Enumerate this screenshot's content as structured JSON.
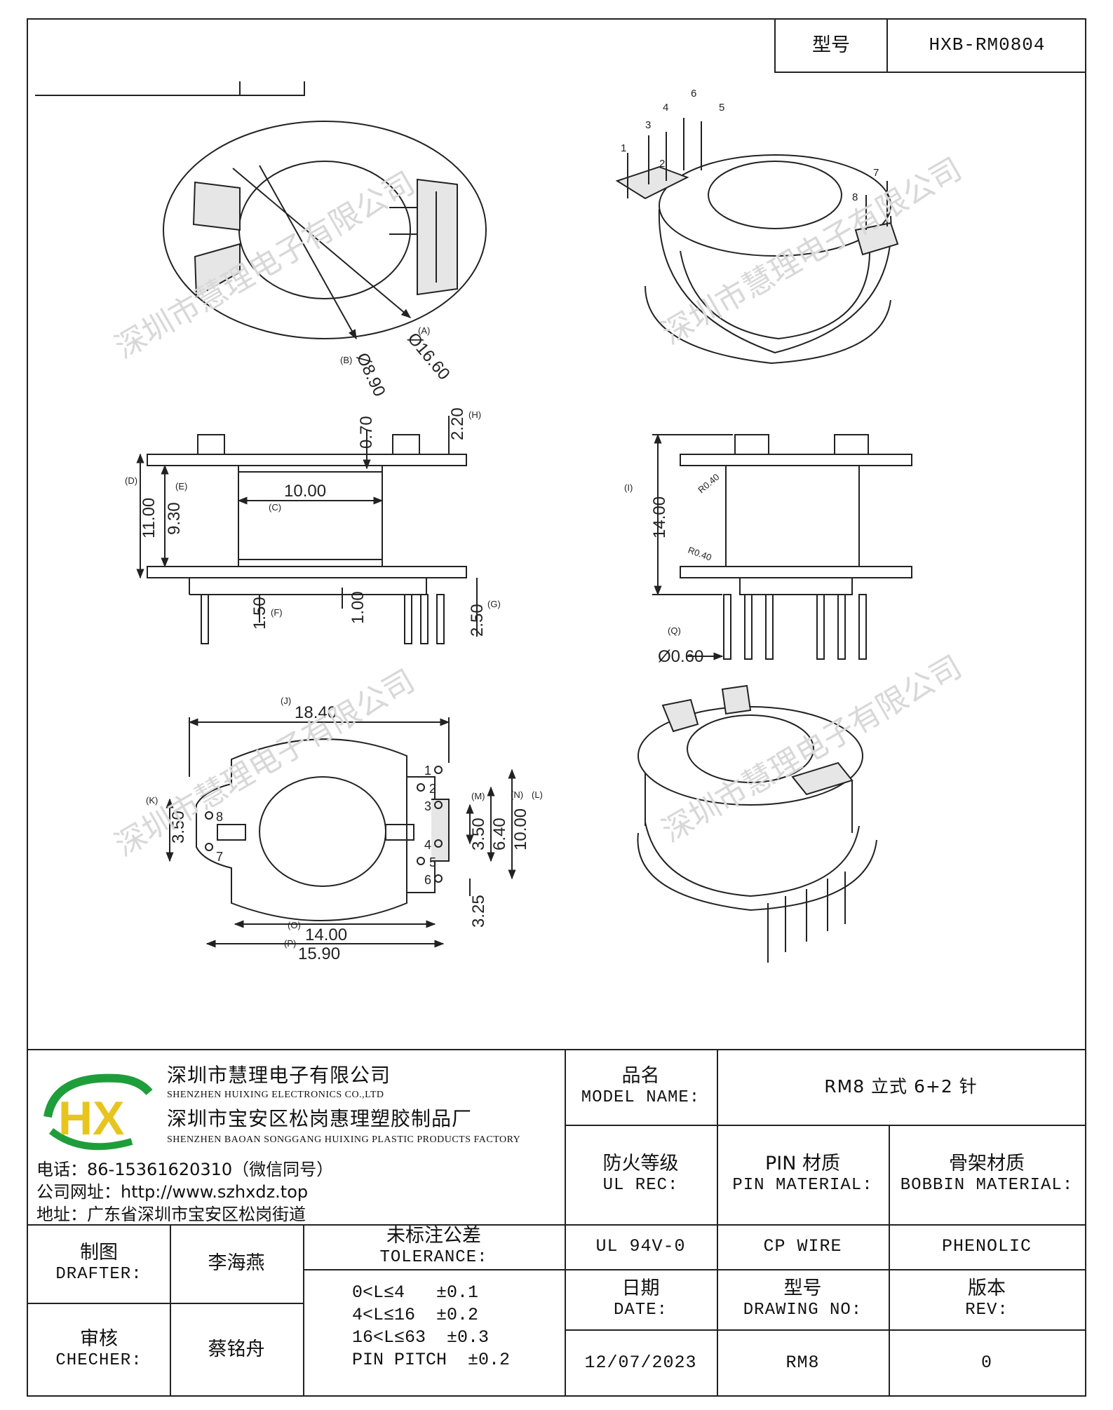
{
  "header": {
    "model_label": "型号",
    "model_value": "HXB-RM0804"
  },
  "watermark": "深圳市慧理电子有限公司",
  "drawing": {
    "top_view": {
      "dim_a": "Ø16.60",
      "tag_a": "(A)",
      "dim_b": "Ø8.90",
      "tag_b": "(B)"
    },
    "front_view": {
      "dim_c": "10.00",
      "tag_c": "(C)",
      "dim_d": "11.00",
      "tag_d": "(D)",
      "dim_e": "9.30",
      "tag_e": "(E)",
      "dim_f": "1.50",
      "tag_f": "(F)",
      "dim_g": "2.50",
      "tag_g": "(G)",
      "dim_h": "2.20",
      "tag_h": "(H)",
      "dim_wall": "0.70",
      "dim_flange": "1.00"
    },
    "side_view": {
      "dim_i": "14.00",
      "tag_i": "(I)",
      "dim_q": "Ø0.60",
      "tag_q": "(Q)",
      "radius_top": "R0.40",
      "radius_bottom": "R0.40"
    },
    "bottom_view": {
      "dim_j": "18.40",
      "tag_j": "(J)",
      "dim_k": "3.50",
      "tag_k": "(K)",
      "dim_l": "10.00",
      "tag_l": "(L)",
      "dim_m": "3.50",
      "tag_m": "(M)",
      "dim_n": "6.40",
      "tag_n": "(N)",
      "dim_o": "14.00",
      "tag_o": "(O)",
      "dim_p": "15.90",
      "tag_p": "(P)",
      "dim_r": "3.25",
      "pins": [
        "1",
        "2",
        "3",
        "4",
        "5",
        "6",
        "7",
        "8"
      ]
    },
    "iso_view": {
      "pins": [
        "1",
        "2",
        "3",
        "4",
        "5",
        "6",
        "7",
        "8"
      ]
    }
  },
  "company": {
    "logo_text": "HX",
    "name_cn": "深圳市慧理电子有限公司",
    "name_en": "SHENZHEN HUIXING ELECTRONICS CO.,LTD",
    "factory_cn": "深圳市宝安区松岗惠理塑胶制品厂",
    "factory_en": "SHENZHEN BAOAN SONGGANG HUIXING PLASTIC PRODUCTS FACTORY",
    "phone": "电话：86-15361620310（微信同号）",
    "website": "公司网址：http://www.szhxdz.top",
    "address": "地址：广东省深圳市宝安区松岗街道"
  },
  "title_block": {
    "model_name_cn": "品名",
    "model_name_en": "MODEL NAME:",
    "model_name_value": "RM8 立式 6+2 针",
    "ul_cn": "防火等级",
    "ul_en": "UL REC:",
    "pin_cn": "PIN 材质",
    "pin_en": "PIN MATERIAL:",
    "bobbin_cn": "骨架材质",
    "bobbin_en": "BOBBIN MATERIAL:",
    "ul_value": "UL 94V-0",
    "pin_value": "CP WIRE",
    "bobbin_value": "PHENOLIC",
    "drafter_cn": "制图",
    "drafter_en": "DRAFTER:",
    "drafter_name": "李海燕",
    "checker_cn": "审核",
    "checker_en": "CHECHER:",
    "checker_name": "蔡铭舟",
    "tolerance_cn": "未标注公差",
    "tolerance_en": "TOLERANCE:",
    "tolerance_rows": [
      "0<L≤4   ±0.1",
      "4<L≤16  ±0.2",
      "16<L≤63  ±0.3",
      "PIN PITCH  ±0.2"
    ],
    "date_cn": "日期",
    "date_en": "DATE:",
    "date_value": "12/07/2023",
    "drawing_cn": "型号",
    "drawing_en": "DRAWING NO:",
    "drawing_value": "RM8",
    "rev_cn": "版本",
    "rev_en": "REV:",
    "rev_value": "0"
  }
}
